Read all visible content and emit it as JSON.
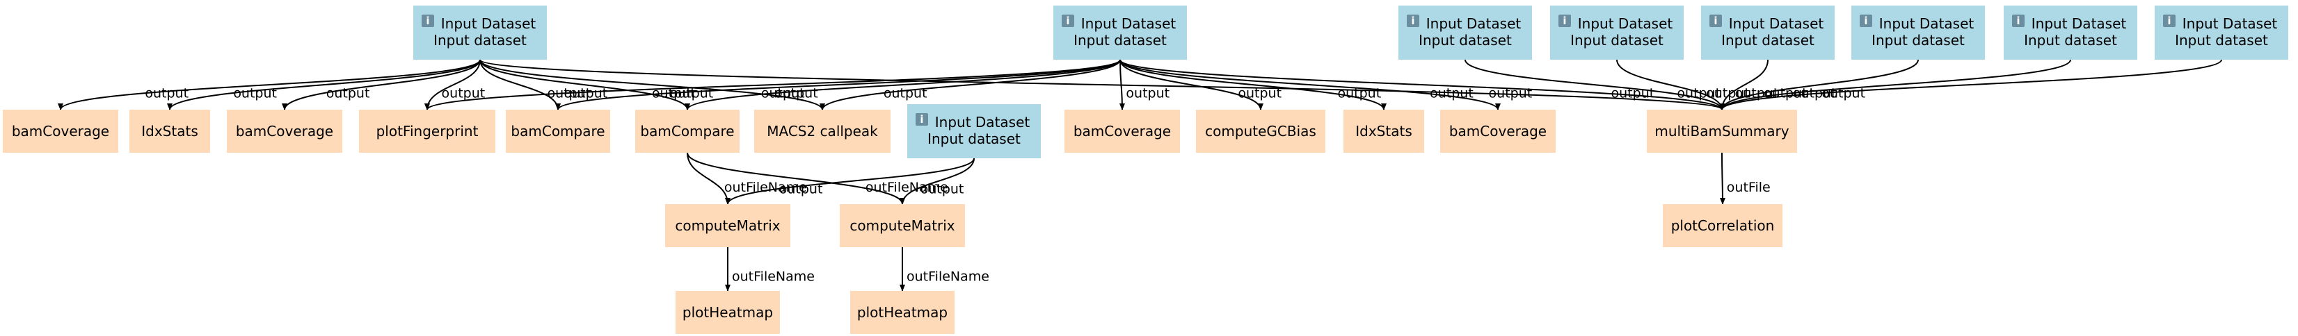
{
  "workflow": {
    "inputs": [
      {
        "id": "in0",
        "title": "Input Dataset",
        "subtitle": "Input dataset"
      },
      {
        "id": "in1",
        "title": "Input Dataset",
        "subtitle": "Input dataset"
      },
      {
        "id": "in2",
        "title": "Input Dataset",
        "subtitle": "Input dataset"
      },
      {
        "id": "in3",
        "title": "Input Dataset",
        "subtitle": "Input dataset"
      },
      {
        "id": "in4",
        "title": "Input Dataset",
        "subtitle": "Input dataset"
      },
      {
        "id": "in5",
        "title": "Input Dataset",
        "subtitle": "Input dataset"
      },
      {
        "id": "in6",
        "title": "Input Dataset",
        "subtitle": "Input dataset"
      },
      {
        "id": "in7",
        "title": "Input Dataset",
        "subtitle": "Input dataset"
      },
      {
        "id": "in8",
        "title": "Input Dataset",
        "subtitle": "Input dataset"
      }
    ],
    "tools": [
      {
        "id": "t_bamcov1",
        "label": "bamCoverage"
      },
      {
        "id": "t_idx1",
        "label": "IdxStats"
      },
      {
        "id": "t_bamcov2",
        "label": "bamCoverage"
      },
      {
        "id": "t_plotfp",
        "label": "plotFingerprint"
      },
      {
        "id": "t_bamcmp1",
        "label": "bamCompare"
      },
      {
        "id": "t_bamcmp2",
        "label": "bamCompare"
      },
      {
        "id": "t_macs2",
        "label": "MACS2 callpeak"
      },
      {
        "id": "t_bamcov3",
        "label": "bamCoverage"
      },
      {
        "id": "t_gcbias",
        "label": "computeGCBias"
      },
      {
        "id": "t_idx2",
        "label": "IdxStats"
      },
      {
        "id": "t_bamcov4",
        "label": "bamCoverage"
      },
      {
        "id": "t_multi",
        "label": "multiBamSummary"
      },
      {
        "id": "t_cm1",
        "label": "computeMatrix"
      },
      {
        "id": "t_cm2",
        "label": "computeMatrix"
      },
      {
        "id": "t_plotcorr",
        "label": "plotCorrelation"
      },
      {
        "id": "t_hm1",
        "label": "plotHeatmap"
      },
      {
        "id": "t_hm2",
        "label": "plotHeatmap"
      }
    ],
    "edges": [
      {
        "from": "in0",
        "to": "t_bamcov1",
        "label": "output"
      },
      {
        "from": "in0",
        "to": "t_idx1",
        "label": "output"
      },
      {
        "from": "in0",
        "to": "t_bamcov2",
        "label": "output"
      },
      {
        "from": "in0",
        "to": "t_plotfp",
        "label": "output"
      },
      {
        "from": "in0",
        "to": "t_bamcmp1",
        "label": "output"
      },
      {
        "from": "in0",
        "to": "t_bamcmp2",
        "label": "output"
      },
      {
        "from": "in0",
        "to": "t_macs2",
        "label": "output"
      },
      {
        "from": "in0",
        "to": "t_multi",
        "label": "output"
      },
      {
        "from": "in1",
        "to": "t_plotfp",
        "label": "output"
      },
      {
        "from": "in1",
        "to": "t_bamcmp1",
        "label": "output"
      },
      {
        "from": "in1",
        "to": "t_bamcmp2",
        "label": "output"
      },
      {
        "from": "in1",
        "to": "t_macs2",
        "label": "output"
      },
      {
        "from": "in1",
        "to": "t_bamcov3",
        "label": "output"
      },
      {
        "from": "in1",
        "to": "t_gcbias",
        "label": "output"
      },
      {
        "from": "in1",
        "to": "t_idx2",
        "label": "output"
      },
      {
        "from": "in1",
        "to": "t_bamcov4",
        "label": "output"
      },
      {
        "from": "in1",
        "to": "t_multi",
        "label": "output"
      },
      {
        "from": "in3",
        "to": "t_multi",
        "label": "output"
      },
      {
        "from": "in4",
        "to": "t_multi",
        "label": "output"
      },
      {
        "from": "in5",
        "to": "t_multi",
        "label": "output"
      },
      {
        "from": "in6",
        "to": "t_multi",
        "label": "output"
      },
      {
        "from": "in7",
        "to": "t_multi",
        "label": "output"
      },
      {
        "from": "in8",
        "to": "t_multi",
        "label": "output"
      },
      {
        "from": "t_bamcmp2",
        "to": "t_cm1",
        "label": "outFileName"
      },
      {
        "from": "t_bamcmp2",
        "to": "t_cm2",
        "label": "outFileName"
      },
      {
        "from": "in2",
        "to": "t_cm1",
        "label": "output"
      },
      {
        "from": "in2",
        "to": "t_cm2",
        "label": "output"
      },
      {
        "from": "t_cm1",
        "to": "t_hm1",
        "label": "outFileName"
      },
      {
        "from": "t_cm2",
        "to": "t_hm2",
        "label": "outFileName"
      },
      {
        "from": "t_multi",
        "to": "t_plotcorr",
        "label": "outFile"
      }
    ]
  }
}
